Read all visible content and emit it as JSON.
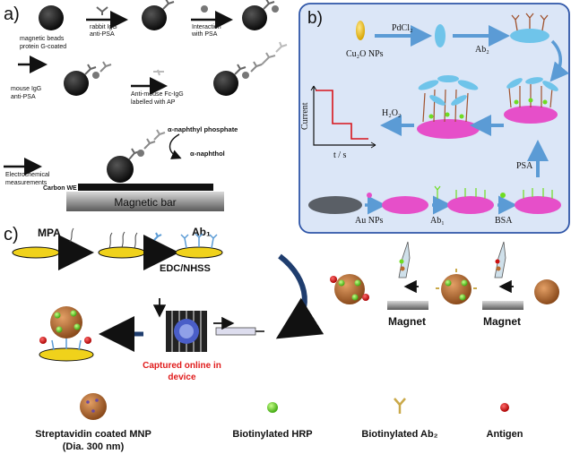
{
  "panel_a": {
    "label": "a)",
    "beads_label_1": "magnetic beads",
    "beads_label_2": "protein G-coated",
    "step1_label_1": "rabbit IgG",
    "step1_label_2": "anti-PSA",
    "step2_label_1": "Interaction",
    "step2_label_2": "with PSA",
    "step3_label_1": "mouse IgG",
    "step3_label_2": "anti-PSA",
    "step4_label_1": "Anti-mouse Fc-IgG",
    "step4_label_2": "labelled with AP",
    "substrate": "α-naphthyl phosphate",
    "product": "α-naphthol",
    "measure_label_1": "Electrochemical",
    "measure_label_2": "measurements",
    "electrode": "Carbon WE",
    "magnetic_bar": "Magnetic bar"
  },
  "panel_b": {
    "label": "b)",
    "cu2o": "Cu₂O NPs",
    "pdcl2": "PdCl₂",
    "ab2": "Ab₂",
    "h2o2": "H₂O₂",
    "psa": "PSA",
    "au_nps": "Au NPs",
    "ab1": "Ab₁",
    "bsa": "BSA",
    "y_axis": "Current",
    "x_axis": "t / s"
  },
  "panel_c": {
    "label": "c)",
    "mpa": "MPA",
    "ab1": "Ab₁",
    "edc": "EDC/NHSS",
    "captured_1": "Captured online in",
    "captured_2": "device",
    "magnet_1": "Magnet",
    "magnet_2": "Magnet",
    "legend": [
      {
        "line1": "Streptavidin coated MNP",
        "line2": "(Dia. 300 nm)"
      },
      {
        "line1": "Biotinylated HRP",
        "line2": ""
      },
      {
        "line1": "Biotinylated Ab₂",
        "line2": ""
      },
      {
        "line1": "Antigen",
        "line2": ""
      }
    ]
  },
  "colors": {
    "panel_b_bg": "#dbe6f7",
    "panel_b_border": "#2f56a8",
    "arrow_blue": "#5b9bd5",
    "dark_arrow": "#1f3d6e",
    "captured_text": "#e01b1b",
    "trace": "#d8141b",
    "gold": "#f0d21b",
    "mnp": "#b86a2e",
    "hrp": "#6fdc22",
    "antigen": "#cc1111"
  }
}
